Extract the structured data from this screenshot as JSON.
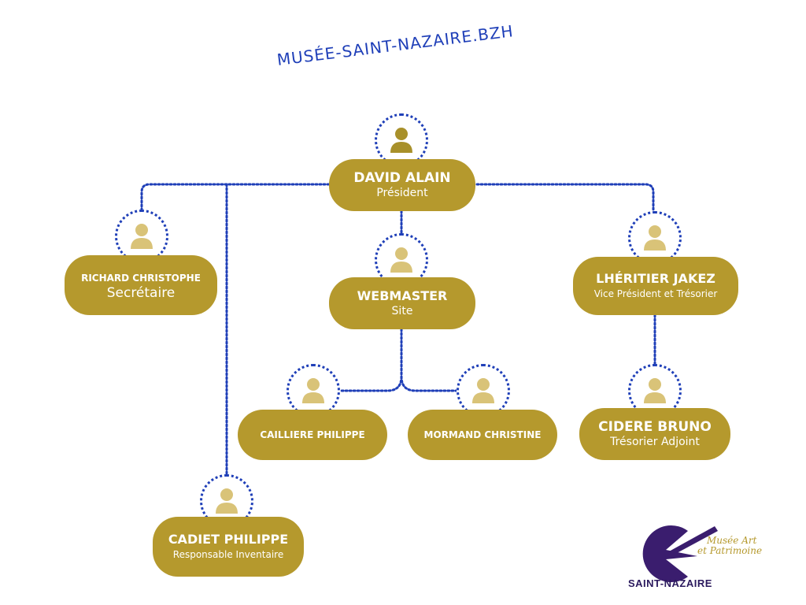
{
  "site": {
    "title": "MUSÉE-SAINT-NAZAIRE.BZH"
  },
  "colors": {
    "pill": "#b5992d",
    "avatar_dark": "#a8902a",
    "avatar_light": "#d9c378",
    "connector": "#1f3fb8",
    "logo_purple": "#3a1d6e"
  },
  "members": {
    "president": {
      "name": "DAVID ALAIN",
      "role": "Président"
    },
    "secretaire": {
      "name": "RICHARD CHRISTOPHE",
      "role": "Secrétaire"
    },
    "webmaster": {
      "name": "WEBMASTER",
      "role": "Site"
    },
    "vice_president": {
      "name": "LHÉRITIER JAKEZ",
      "role": "Vice Président et Trésorier"
    },
    "cailliere": {
      "name": "CAILLIERE PHILIPPE"
    },
    "mormand": {
      "name": "MORMAND CHRISTINE"
    },
    "cidere": {
      "name": "CIDERE BRUNO",
      "role": "Trésorier Adjoint"
    },
    "cadiet": {
      "name": "CADIET PHILIPPE",
      "role": "Responsable Inventaire"
    }
  },
  "logo": {
    "line1": "Musée Art",
    "line2": "et Patrimoine",
    "city": "SAINT-NAZAIRE"
  }
}
